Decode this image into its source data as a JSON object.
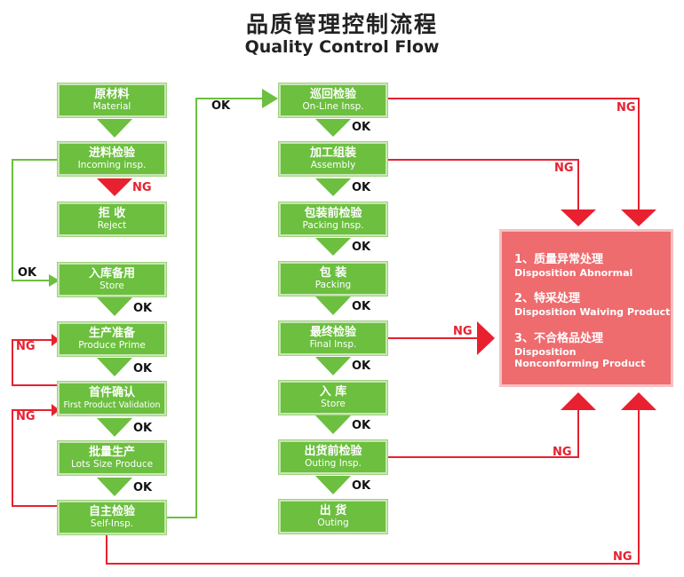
{
  "title": {
    "cn": "品质管理控制流程",
    "en": "Quality Control Flow"
  },
  "col_left": [
    {
      "cn": "原材料",
      "en": "Material"
    },
    {
      "cn": "进料检验",
      "en": "Incoming insp."
    },
    {
      "cn": "拒  收",
      "en": "Reject"
    },
    {
      "cn": "入库备用",
      "en": "Store"
    },
    {
      "cn": "生产准备",
      "en": "Produce Prime"
    },
    {
      "cn": "首件确认",
      "en": "First Product Validation"
    },
    {
      "cn": "批量生产",
      "en": "Lots Size Produce"
    },
    {
      "cn": "自主检验",
      "en": "Self-Insp."
    }
  ],
  "col_mid": [
    {
      "cn": "巡回检验",
      "en": "On-Line Insp."
    },
    {
      "cn": "加工组装",
      "en": "Assembly"
    },
    {
      "cn": "包装前检验",
      "en": "Packing Insp."
    },
    {
      "cn": "包  装",
      "en": "Packing"
    },
    {
      "cn": "最终检验",
      "en": "Final Insp."
    },
    {
      "cn": "入  库",
      "en": "Store"
    },
    {
      "cn": "出货前检验",
      "en": "Outing Insp."
    },
    {
      "cn": "出  货",
      "en": "Outing"
    }
  ],
  "labels": {
    "ok": "OK",
    "ng": "NG"
  },
  "disposition": [
    {
      "cn": "1、质量异常处理",
      "en": "Disposition Abnormal"
    },
    {
      "cn": "2、特采处理",
      "en": "Disposition Waiving Product"
    },
    {
      "cn": "3、不合格品处理",
      "en": "Disposition Nonconforming Product"
    }
  ],
  "colors": {
    "green": "#6cbf3f",
    "red": "#e8202f",
    "panel": "#ee6b6e",
    "ok_line": "#6cbf3f"
  }
}
